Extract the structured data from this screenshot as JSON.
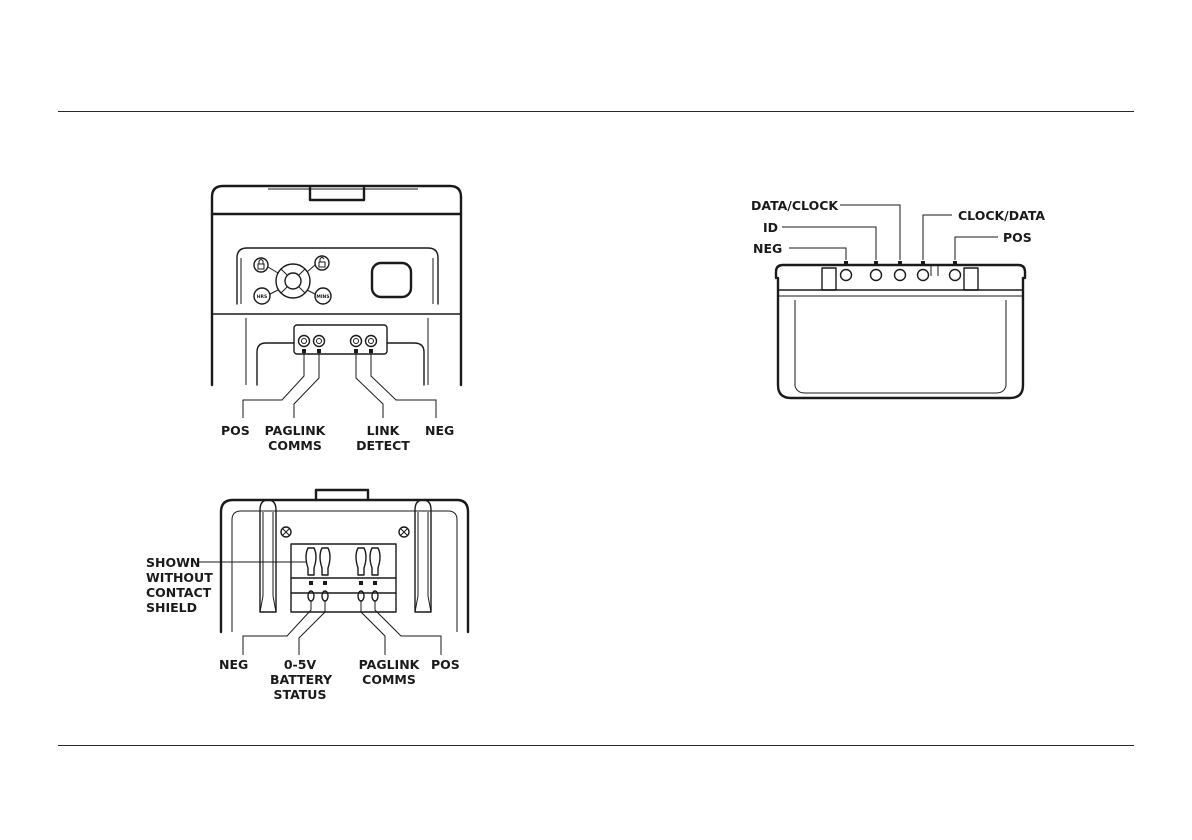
{
  "figure_top": {
    "labels": {
      "pos": "POS",
      "paglink_comms": [
        "PAGLINK",
        "COMMS"
      ],
      "link_detect": [
        "LINK",
        "DETECT"
      ],
      "neg": "NEG"
    },
    "keypad": {
      "key_left": "HRS",
      "key_right": "MINS"
    }
  },
  "figure_bottom": {
    "labels": {
      "shown_without_contact_shield": [
        "SHOWN",
        "WITHOUT",
        "CONTACT",
        "SHIELD"
      ],
      "neg": "NEG",
      "battery_status": [
        "0-5V",
        "BATTERY",
        "STATUS"
      ],
      "paglink_comms": [
        "PAGLINK",
        "COMMS"
      ],
      "pos": "POS"
    }
  },
  "figure_right": {
    "labels": {
      "data_clock": "DATA/CLOCK",
      "id": "ID",
      "neg": "NEG",
      "clock_data": "CLOCK/DATA",
      "pos": "POS"
    }
  },
  "icons": [
    "lock-icon",
    "unlock-icon",
    "arrow-pad-icon",
    "screw-icon"
  ]
}
